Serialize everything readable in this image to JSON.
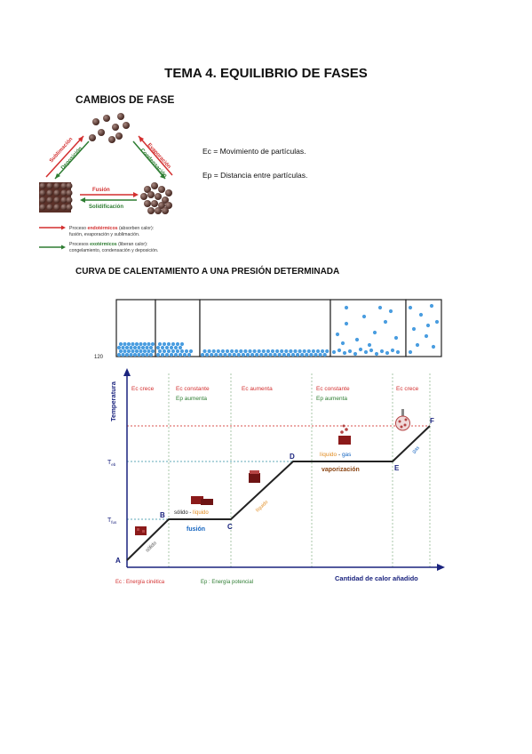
{
  "document": {
    "title": "TEMA 4. EQUILIBRIO DE FASES",
    "section1": "CAMBIOS DE FASE",
    "notes": [
      "Ec = Movimiento de partículas.",
      "Ep = Distancia entre partículas."
    ],
    "section2": "CURVA DE CALENTAMIENTO A UNA PRESIÓN DETERMINADA"
  },
  "phase_diagram": {
    "arrows": {
      "sublimacion": "Sublimación",
      "deposicion": "Deposición",
      "evaporacion": "Evaporación",
      "condensacion": "Condensación",
      "fusion": "Fusión",
      "solidificacion": "Solidificación"
    },
    "legend": {
      "endo_prefix": "Proceso ",
      "endo_word": "endotérmicos",
      "endo_suffix": " (absorben calor):",
      "endo_line2": "fusión, evaporación y sublimación.",
      "exo_prefix": "Procesos ",
      "exo_word": "exotérmicos",
      "exo_suffix": " (liberan calor):",
      "exo_line2": "congelamiento, condensación y deposición."
    },
    "colors": {
      "endo": "#d32f2f",
      "exo": "#2e7d32"
    }
  },
  "heating_curve": {
    "y_axis_label": "Temperatura",
    "x_axis_label": "Cantidad de calor añadido",
    "top_label": "120",
    "t_eb": "T",
    "t_eb_sub": "eb",
    "t_fus": "T",
    "t_fus_sub": "fus",
    "points": [
      "A",
      "B",
      "C",
      "D",
      "E",
      "F"
    ],
    "segments": [
      {
        "ec": "Ec crece",
        "ep": ""
      },
      {
        "ec": "Ec constante",
        "ep": "Ep aumenta"
      },
      {
        "ec": "Ec aumenta",
        "ep": ""
      },
      {
        "ec": "Ec constante",
        "ep": "Ep aumenta"
      },
      {
        "ec": "Ec crece",
        "ep": ""
      }
    ],
    "line_labels": {
      "solido": "sólido",
      "liquido": "líquido",
      "gas": "gas"
    },
    "plateau1": {
      "a": "sólido",
      "dash": " - ",
      "b": "líquido",
      "name": "fusión"
    },
    "plateau2": {
      "a": "líquido",
      "dash": " - ",
      "b": "gas",
      "name": "vaporización"
    },
    "footer": {
      "ec": "Ec : Energía cinética",
      "ep": "Ep : Energía potencial"
    },
    "colors": {
      "ec": "#d32f2f",
      "ep": "#2e7d32",
      "fusion": "#1565c0",
      "vapor": "#8b4513",
      "liquid": "#e08a1e",
      "dotted": "#d9534f"
    }
  }
}
